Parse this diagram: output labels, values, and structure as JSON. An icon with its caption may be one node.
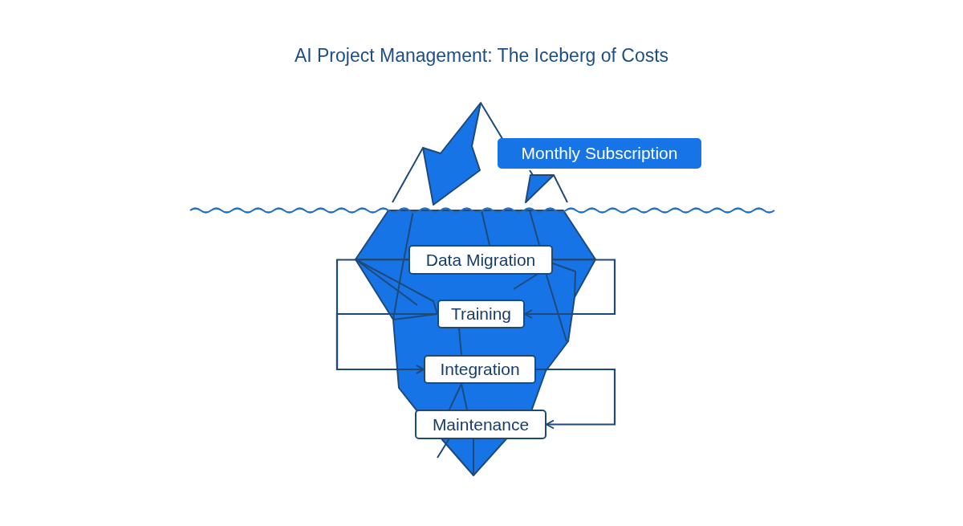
{
  "diagram": {
    "title": "AI Project Management: The Iceberg of Costs",
    "nodes": [
      {
        "text": [
          "Monthly Subscription"
        ]
      },
      {
        "text": [
          "Data Migration"
        ]
      },
      {
        "text": [
          "Training"
        ]
      },
      {
        "text": [
          "Integration"
        ]
      },
      {
        "text": [
          "Maintenance"
        ]
      }
    ],
    "edges": [
      {
        "from": 1,
        "to": 3,
        "arrow": "to"
      },
      {
        "from": 2,
        "to": 3,
        "arrow": "to"
      },
      {
        "from": 1,
        "to": 2,
        "arrow": "to"
      },
      {
        "from": 3,
        "to": 4,
        "arrow": "to"
      }
    ]
  }
}
